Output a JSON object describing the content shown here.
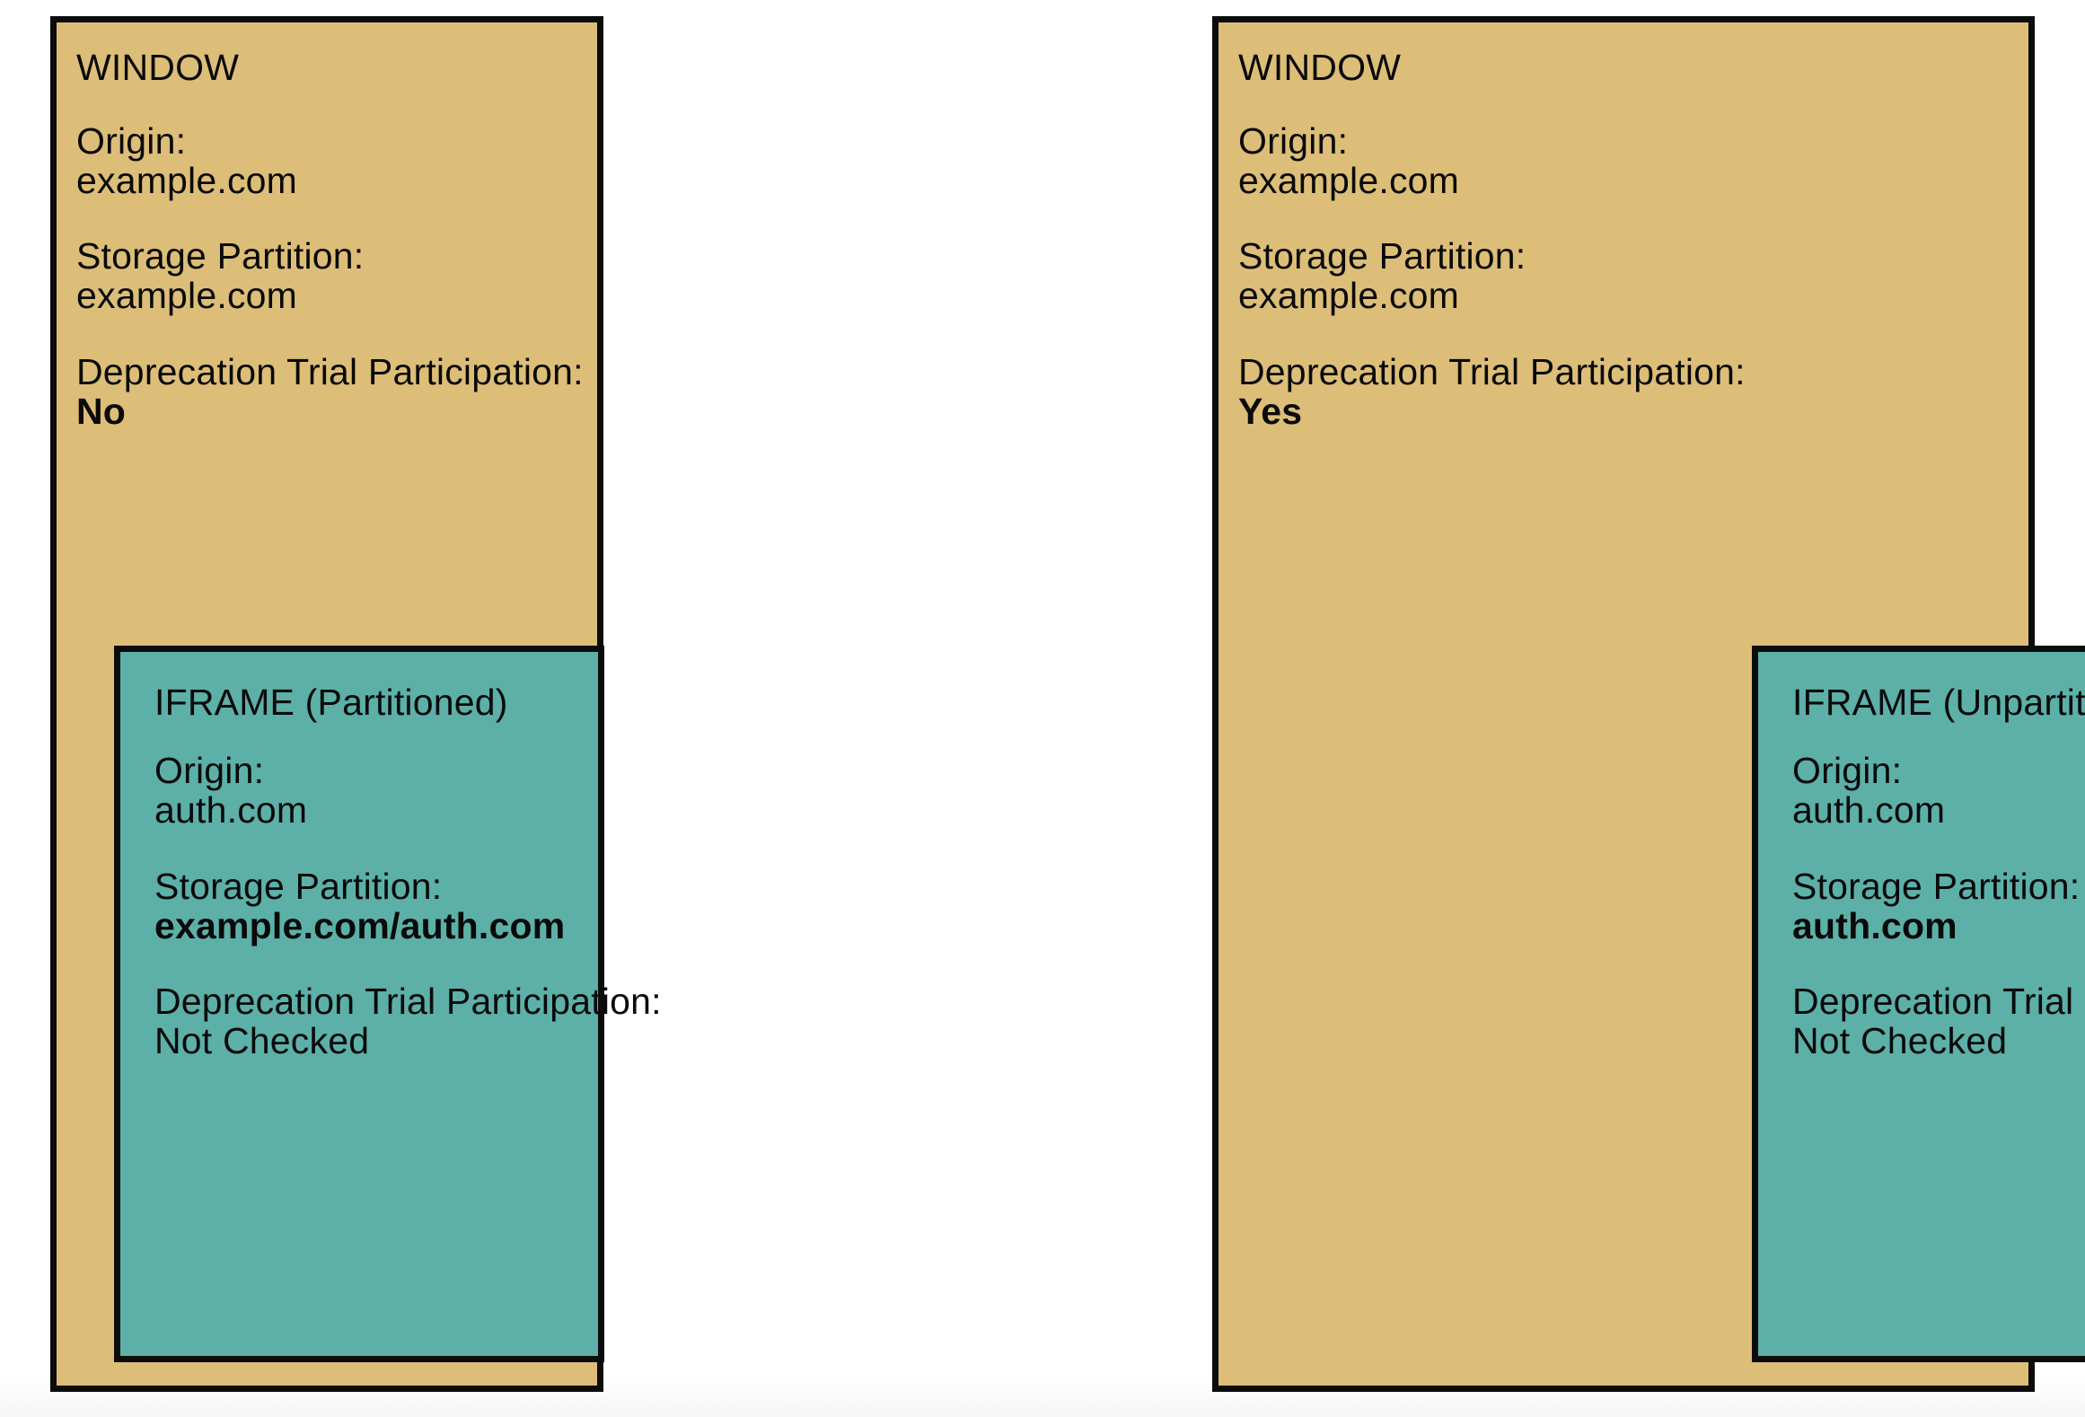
{
  "colors": {
    "window_fill": "#dcbe78",
    "iframe_fill": "#5cb0a8",
    "border": "#0c0c0c",
    "text": "#0a0a0a",
    "background": "#ffffff"
  },
  "panels": [
    {
      "id": "left",
      "title": "WINDOW",
      "fields": [
        {
          "label": "Origin:",
          "value": "example.com",
          "bold": false
        },
        {
          "label": "Storage Partition:",
          "value": "example.com",
          "bold": false
        },
        {
          "label": "Deprecation Trial Participation:",
          "value": "No",
          "bold": true
        }
      ],
      "iframe": {
        "title": "IFRAME (Partitioned)",
        "fields": [
          {
            "label": "Origin:",
            "value": "auth.com",
            "bold": false
          },
          {
            "label": "Storage Partition:",
            "value": "example.com/auth.com",
            "bold": true
          },
          {
            "label": "Deprecation Trial Participation:",
            "value": "Not Checked",
            "bold": false
          }
        ]
      }
    },
    {
      "id": "right",
      "title": "WINDOW",
      "fields": [
        {
          "label": "Origin:",
          "value": "example.com",
          "bold": false
        },
        {
          "label": "Storage Partition:",
          "value": "example.com",
          "bold": false
        },
        {
          "label": "Deprecation Trial Participation:",
          "value": "Yes",
          "bold": true
        }
      ],
      "iframe": {
        "title": "IFRAME (Unpartitioned)",
        "fields": [
          {
            "label": "Origin:",
            "value": "auth.com",
            "bold": false
          },
          {
            "label": "Storage Partition:",
            "value": "auth.com",
            "bold": true
          },
          {
            "label": "Deprecation Trial Participation:",
            "value": "Not Checked",
            "bold": false
          }
        ]
      }
    }
  ]
}
